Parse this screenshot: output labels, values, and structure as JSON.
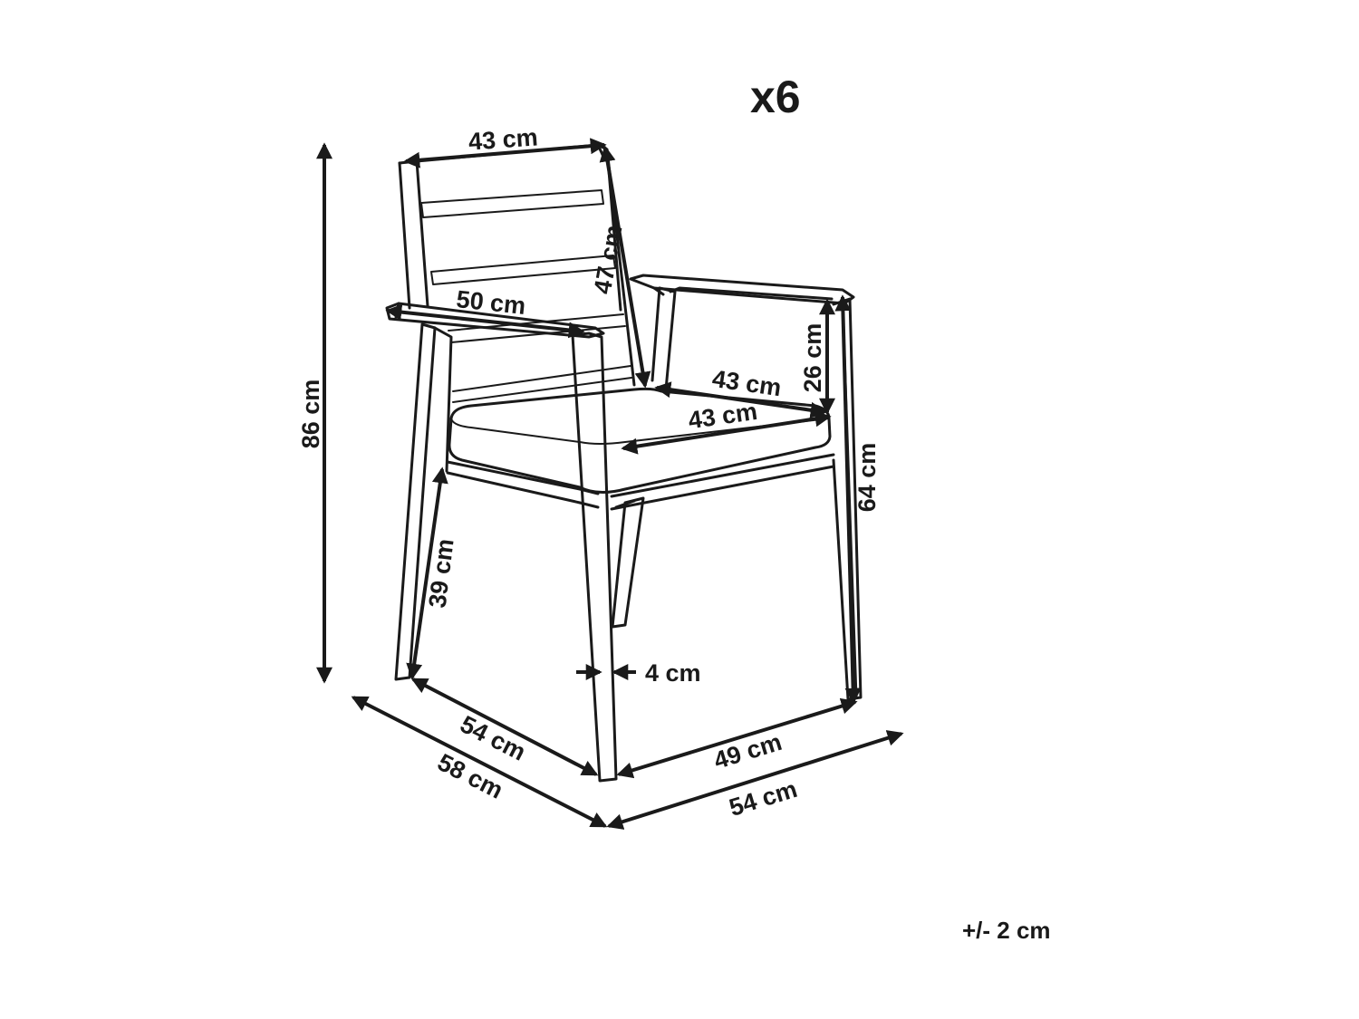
{
  "quantity_label": "x6",
  "tolerance_label": "+/- 2 cm",
  "dimensions": {
    "backrest_width": "43 cm",
    "backrest_height": "47 cm",
    "armrest_length": "50 cm",
    "total_height": "86 cm",
    "seat_depth": "43 cm",
    "seat_width": "43 cm",
    "armrest_height_above_seat": "26 cm",
    "armrest_height": "64 cm",
    "seat_height": "39 cm",
    "leg_thickness": "4 cm",
    "leg_span_depth": "54 cm",
    "total_depth": "58 cm",
    "leg_span_width": "49 cm",
    "total_width": "54 cm"
  },
  "colors": {
    "line": "#1a1a1a",
    "background": "#ffffff"
  }
}
